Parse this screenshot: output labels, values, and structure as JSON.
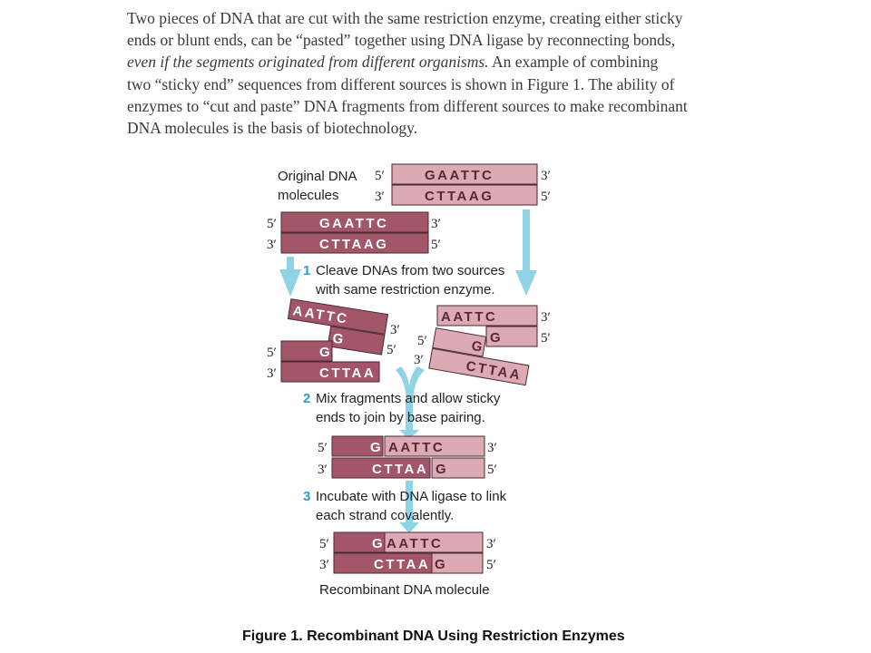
{
  "paragraph": {
    "line1": "Two pieces of DNA that are cut with the same restriction enzyme, creating either sticky",
    "line2": "ends or blunt ends, can be “pasted” together using DNA ligase by reconnecting bonds,",
    "line3_italic": "even if the segments originated from different organisms.",
    "line3_rest": " An example of combining",
    "line4": "two “sticky end” sequences from different sources is shown in Figure 1. The ability of",
    "line5": "enzymes to “cut and paste” DNA fragments from different sources to make recombinant",
    "line6": "DNA molecules is the basis of biotechnology."
  },
  "figure": {
    "original_label_1": "Original DNA",
    "original_label_2": "molecules",
    "five_prime": "5′",
    "three_prime": "3′",
    "seq_top": "GAATTC",
    "seq_bottom": "CTTAAG",
    "frag_aattc": "AATTC",
    "frag_g": "G",
    "frag_cttaa": "CTTAA",
    "step1_num": "1",
    "step1_line1": "Cleave DNAs from two sources",
    "step1_line2": "with same restriction enzyme.",
    "step2_num": "2",
    "step2_line1": "Mix fragments and allow sticky",
    "step2_line2": "ends to join by base pairing.",
    "step3_num": "3",
    "step3_line1": "Incubate with DNA ligase to link",
    "step3_line2": "each strand covalently.",
    "result_label": "Recombinant DNA molecule",
    "caption": "Figure 1. Recombinant DNA Using Restriction Enzymes",
    "colors": {
      "dark_strand": "#a3566a",
      "light_strand": "#dcaab4",
      "arrow": "#8ed3e6",
      "step_number": "#1fa3cf"
    }
  }
}
